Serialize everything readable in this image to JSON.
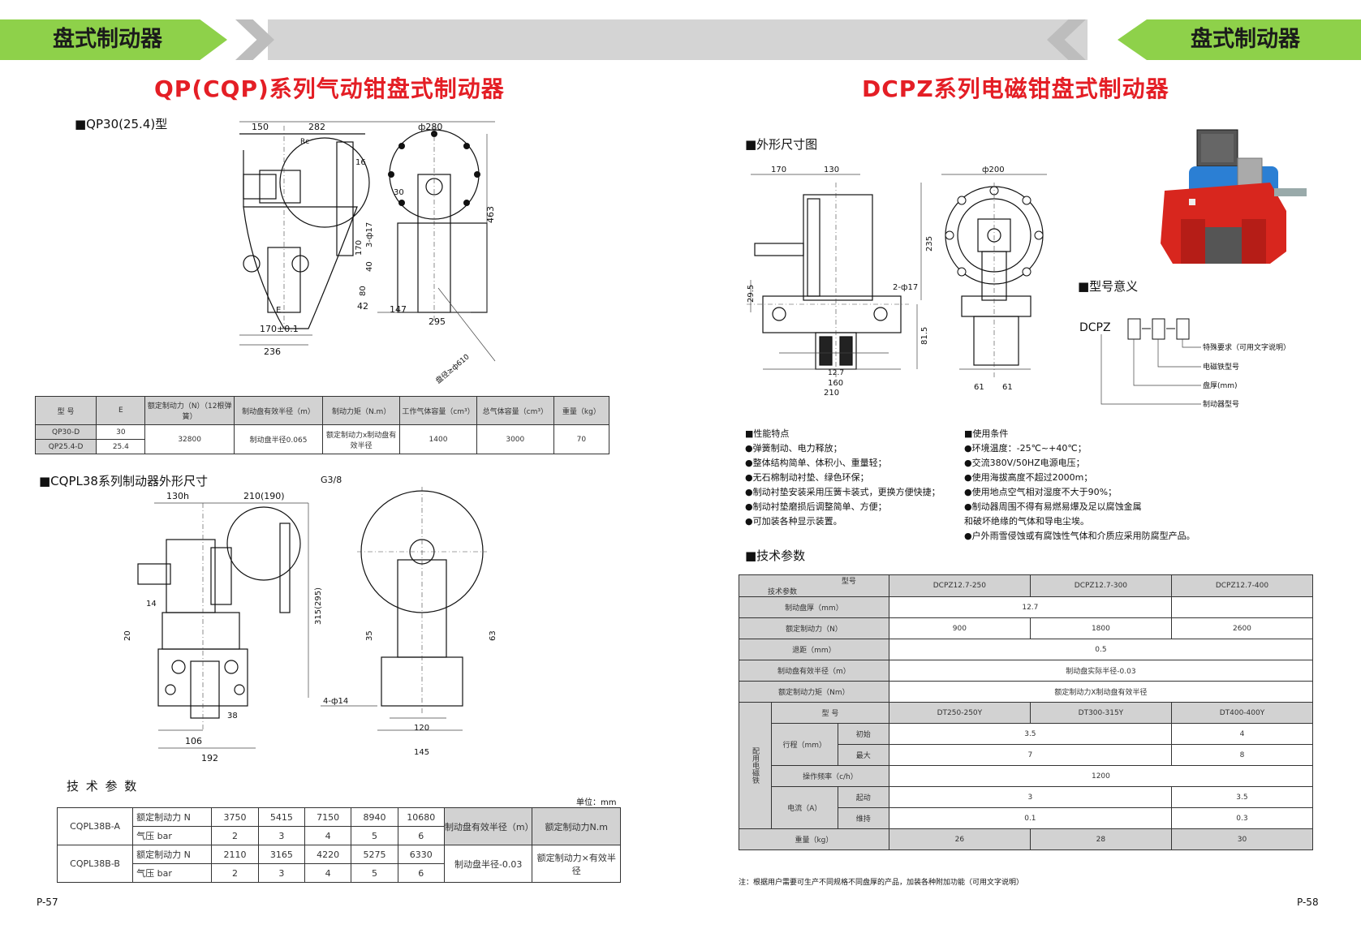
{
  "header": {
    "left_tag": "盘式制动器",
    "right_tag": "盘式制动器"
  },
  "left": {
    "title": "QP(CQP)系列气动钳盘式制动器",
    "sec1_label": "■QP30(25.4)型",
    "dims1": {
      "a": "150",
      "b": "282",
      "c": "ф280",
      "d": "Rc",
      "e": "16",
      "f": "30",
      "g": "463",
      "h": "3-ф17",
      "i": "170",
      "j": "40",
      "k": "80",
      "l": "42",
      "m": "147",
      "n": "295",
      "o": "E",
      "p": "170±0.1",
      "q": "236",
      "r": "盘径≥ф610"
    },
    "table1": {
      "headers": [
        "型 号",
        "E",
        "额定制动力（N）（12根弹簧）",
        "制动盘有效半径（m）",
        "制动力矩（N.m）",
        "工作气体容量（cm³）",
        "总气体容量（cm³）",
        "重量（kg）"
      ],
      "rows": [
        {
          "model": "QP30-D",
          "e": "30"
        },
        {
          "model": "QP25.4-D",
          "e": "25.4"
        }
      ],
      "force": "32800",
      "radius": "制动盘半径0.065",
      "torque": "额定制动力x制动盘有效半径",
      "work_gas": "1400",
      "total_gas": "3000",
      "weight": "70"
    },
    "sec2_label": "■CQPL38系列制动器外形尺寸",
    "dims2": {
      "a": "130h",
      "b": "210(190)",
      "c": "G3/8",
      "d": "14",
      "e": "20",
      "f": "315(295)",
      "g": "35",
      "h": "63",
      "i": "4-ф14",
      "j": "38",
      "k": "106",
      "l": "192",
      "m": "120",
      "n": "145"
    },
    "tech_label": "技 术 参 数",
    "unit": "单位：mm",
    "table2": {
      "models": [
        "CQPL38B-A",
        "CQPL38B-B"
      ],
      "force_label": "额定制动力  N",
      "air_label": "气压      bar",
      "a_force": [
        "3750",
        "5415",
        "7150",
        "8940",
        "10680"
      ],
      "b_force": [
        "2110",
        "3165",
        "4220",
        "5275",
        "6330"
      ],
      "air": [
        "2",
        "3",
        "4",
        "5",
        "6"
      ],
      "col_radius": "制动盘有效半径（m）",
      "col_torque": "额定制动力N.m",
      "radius_val": "制动盘半径-0.03",
      "torque_val": "额定制动力×有效半径"
    },
    "page": "P-57"
  },
  "right": {
    "title": "DCPZ系列电磁钳盘式制动器",
    "sec1_label": "■外形尺寸图",
    "dims": {
      "a": "170",
      "b": "130",
      "c": "ф200",
      "d": "235",
      "e": "29.5",
      "f": "2-ф17",
      "g": "81.5",
      "h": "12.7",
      "i": "160",
      "j": "210",
      "k": "61",
      "l": "61"
    },
    "model_label": "■型号意义",
    "model_code": "DCPZ",
    "model_items": [
      "特殊要求（可用文字说明）",
      "电磁铁型号",
      "盘厚(mm)",
      "制动器型号"
    ],
    "perf_title": "■性能特点",
    "perf": [
      "●弹簧制动、电力释放；",
      "●整体结构简单、体积小、重量轻；",
      "●无石棉制动衬垫、绿色环保；",
      "●制动衬垫安装采用压簧卡装式，更换方便快捷；",
      "●制动衬垫磨损后调整简单、方便；",
      "●可加装各种显示装置。"
    ],
    "use_title": "■使用条件",
    "use": [
      "●环境温度：-25℃~+40℃；",
      "●交流380V/50HZ电源电压；",
      "●使用海拔高度不超过2000m；",
      "●使用地点空气相对湿度不大于90%；",
      "●制动器周围不得有易燃易爆及足以腐蚀金属",
      "和破坏绝缘的气体和导电尘埃。",
      "●户外雨雪侵蚀或有腐蚀性气体和介质应采用防腐型产品。"
    ],
    "tech_title": "■技术参数",
    "table": {
      "corner_top": "型号",
      "corner_bottom": "技术参数",
      "models": [
        "DCPZ12.7-250",
        "DCPZ12.7-300",
        "DCPZ12.7-400"
      ],
      "disc_label": "制动盘厚（mm）",
      "disc_val": "12.7",
      "force_label": "额定制动力（N）",
      "forces": [
        "900",
        "1800",
        "2600"
      ],
      "gap_label": "退距（mm）",
      "gap_val": "0.5",
      "radius_label": "制动盘有效半径（m）",
      "radius_val": "制动盘实际半径-0.03",
      "torque_label": "额定制动力矩（Nm）",
      "torque_val": "额定制动力X制动盘有效半径",
      "side_label": "配用电磁铁",
      "mag_model_label": "型 号",
      "mag_models": [
        "DT250-250Y",
        "DT300-315Y",
        "DT400-400Y"
      ],
      "stroke_label": "行程（mm）",
      "initial": "初始",
      "max": "最大",
      "stroke_init": [
        "3.5",
        "4"
      ],
      "stroke_max": [
        "7",
        "8"
      ],
      "freq_label": "操作频率（c/h）",
      "freq_val": "1200",
      "current_label": "电流（A）",
      "start": "起动",
      "hold": "维持",
      "cur_start": [
        "3",
        "3.5"
      ],
      "cur_hold": [
        "0.1",
        "0.3"
      ],
      "weight_label": "重量（kg）",
      "weights": [
        "26",
        "28",
        "30"
      ]
    },
    "note": "注：根据用户需要可生产不同规格不同盘厚的产品，加装各种附加功能（可用文字说明）",
    "page": "P-58"
  }
}
